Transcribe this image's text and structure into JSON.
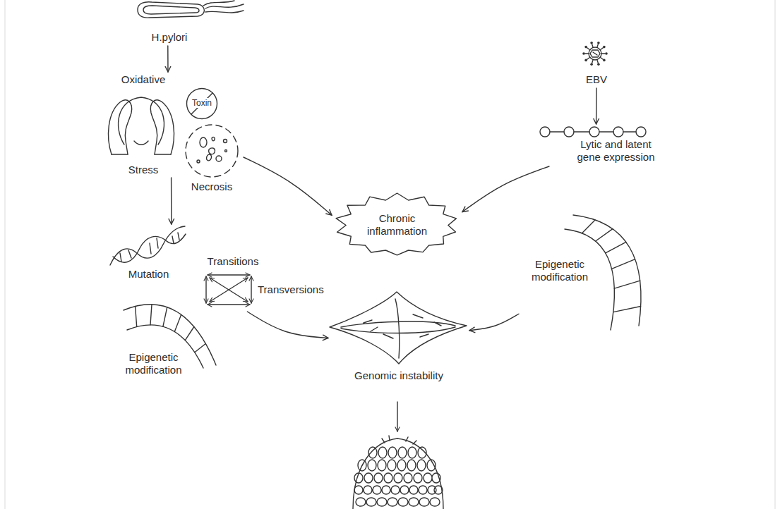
{
  "diagram": {
    "nodes": [
      {
        "text": [
          "H.pylori"
        ]
      },
      {
        "text": [
          "EBV"
        ]
      },
      {
        "text": [
          "Oxidative",
          "Stress"
        ]
      },
      {
        "text": [
          "Toxin"
        ]
      },
      {
        "text": [
          "Lytic and latent gene expression"
        ]
      },
      {
        "text": [
          "Necrosis"
        ]
      },
      {
        "text": [
          "Chronic inflammation"
        ]
      },
      {
        "text": [
          "Mutation"
        ]
      },
      {
        "text": [
          "Transitions",
          "Transversions"
        ]
      },
      {
        "text": [
          "Epigenetic modification"
        ]
      },
      {
        "text": [
          "Epigenetic modification"
        ]
      },
      {
        "text": [
          "Genomic instability"
        ]
      }
    ],
    "edges": [
      {
        "from": 0,
        "to": 2,
        "arrow": "to"
      },
      {
        "from": 2,
        "to": 7,
        "arrow": "to"
      },
      {
        "from": 1,
        "to": 4,
        "arrow": "to"
      },
      {
        "from": 5,
        "to": 6,
        "arrow": "to"
      },
      {
        "from": 4,
        "to": 6,
        "arrow": "to"
      },
      {
        "from": 8,
        "to": 11,
        "arrow": "to"
      },
      {
        "from": 9,
        "to": 11,
        "arrow": "to"
      }
    ]
  }
}
